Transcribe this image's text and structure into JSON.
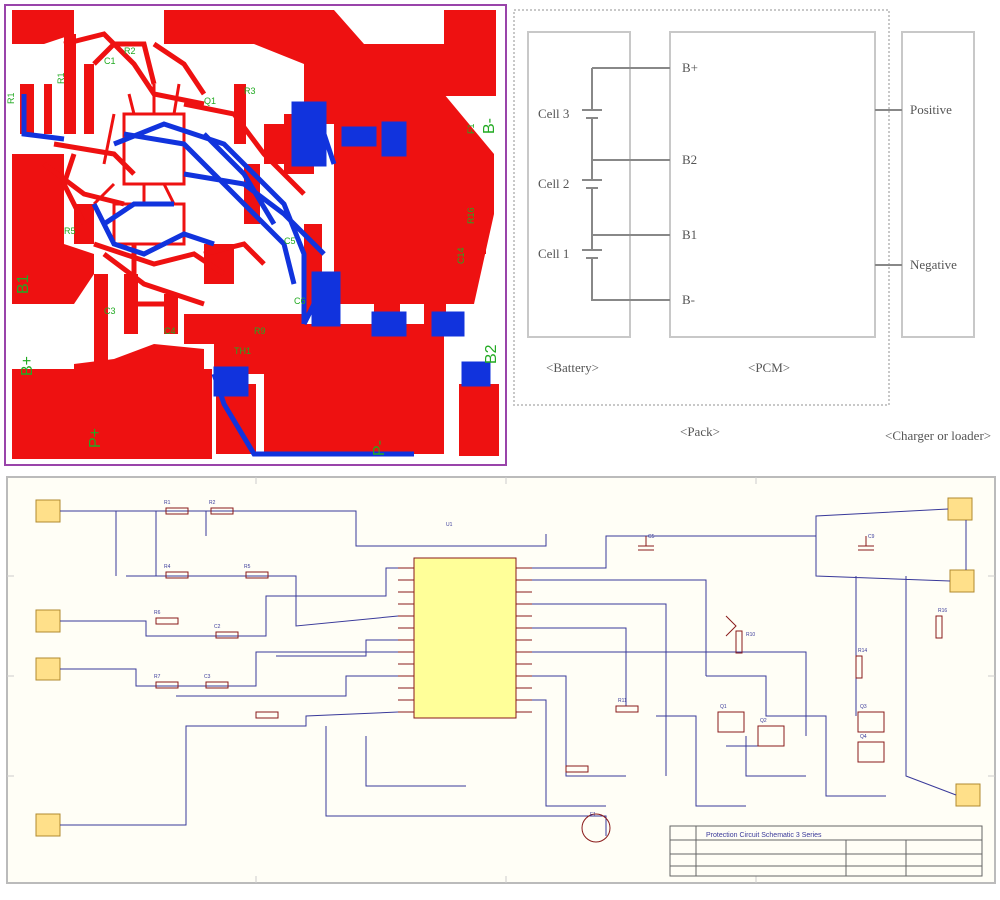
{
  "pcb": {
    "labels": {
      "b_plus": "B+",
      "b_minus": "B-",
      "p_plus": "P+",
      "p_minus": "P-",
      "b1": "B1",
      "b2": "B2"
    },
    "colors": {
      "copper_top": "#ee1111",
      "copper_bottom": "#1133dd",
      "silkscreen": "#22aa22",
      "border": "#9944aa"
    }
  },
  "block_diagram": {
    "cells": [
      "Cell 3",
      "Cell 2",
      "Cell 1"
    ],
    "pcm_pins": [
      "B+",
      "B2",
      "B1",
      "B-"
    ],
    "outputs": [
      "Positive",
      "Negative"
    ],
    "captions": {
      "battery": "<Battery>",
      "pcm": "<PCM>",
      "pack": "<Pack>",
      "charger": "<Charger or loader>"
    }
  },
  "schematic": {
    "title_block": {
      "title": "Protection Circuit Schematic 3 Series"
    },
    "colors": {
      "wire": "#3a3a9a",
      "component": "#8a1a1a",
      "ic_fill": "#ffff99",
      "connector_fill": "#ffe08a"
    }
  }
}
